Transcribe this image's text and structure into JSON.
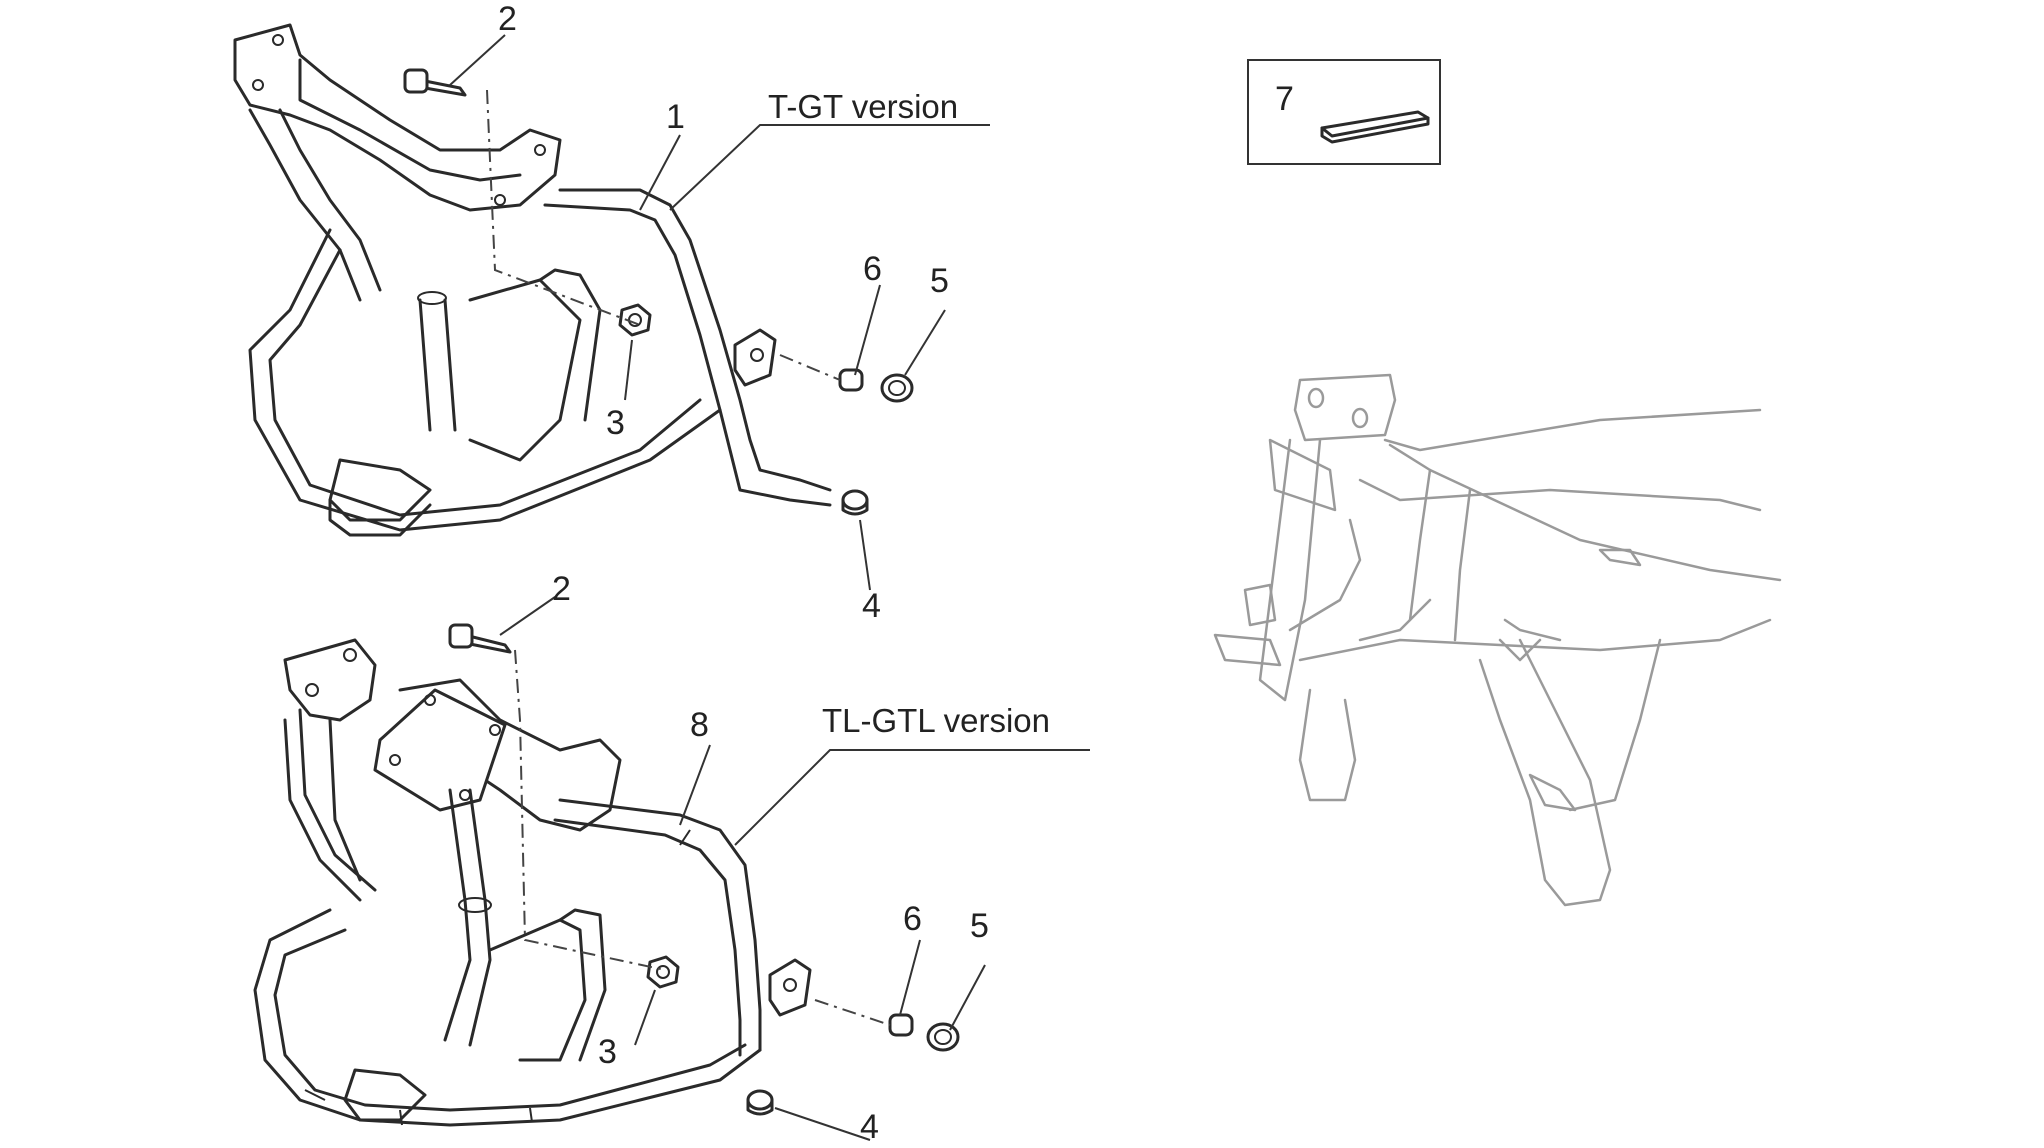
{
  "labels": {
    "version_top": "T-GT version",
    "version_bottom": "TL-GTL version",
    "callouts_top": [
      "2",
      "1",
      "6",
      "5",
      "3",
      "4"
    ],
    "callouts_bottom": [
      "2",
      "8",
      "6",
      "5",
      "3",
      "4"
    ],
    "callout_kit": "7"
  },
  "icons": {
    "frame_top": "engine-guard-frame-icon",
    "frame_bottom": "engine-guard-frame-icon",
    "motorcycle_frame": "motorcycle-frame-outline-icon",
    "kit_item": "pad-strip-icon"
  }
}
